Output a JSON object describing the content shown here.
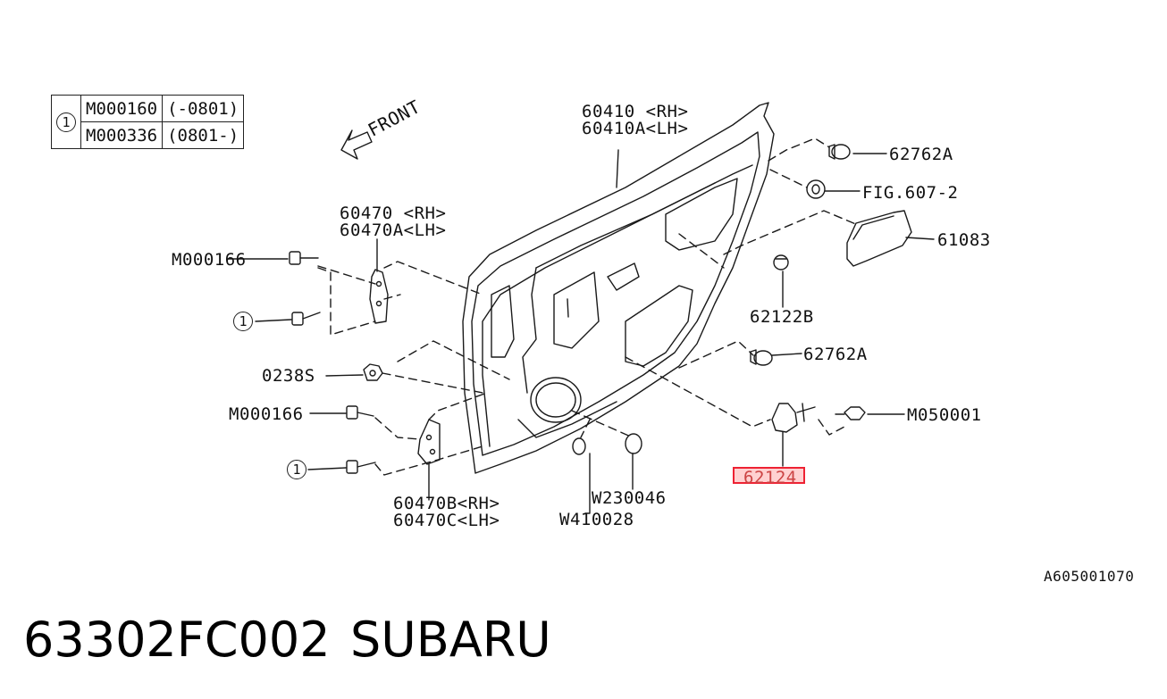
{
  "legend": {
    "symbol": "1",
    "rows": [
      {
        "part": "M000160",
        "range": "(-0801)"
      },
      {
        "part": "M000336",
        "range": "(0801-)"
      }
    ]
  },
  "front_label": "FRONT",
  "callouts": {
    "door_panel_rh": "60410 <RH>",
    "door_panel_lh": "60410A<LH>",
    "upper_hinge_rh": "60470 <RH>",
    "upper_hinge_lh": "60470A<LH>",
    "bolt_upper": "M000166",
    "nut": "0238S",
    "bolt_lower": "M000166",
    "lower_hinge_rh": "60470B<RH>",
    "lower_hinge_lh": "60470C<LH>",
    "plug_a": "W230046",
    "plug_b": "W410028",
    "bumper_top": "62762A",
    "fig_ref": "FIG.607-2",
    "sealing_cover": "61083",
    "clip": "62122B",
    "bumper_mid": "62762A",
    "screw": "M050001",
    "striker": "62124",
    "circle_one": "1"
  },
  "diagram_code": "A605001070",
  "part_number": "63302FC002",
  "brand": "SUBARU",
  "colors": {
    "highlight": "#e23333",
    "ink": "#111111"
  }
}
